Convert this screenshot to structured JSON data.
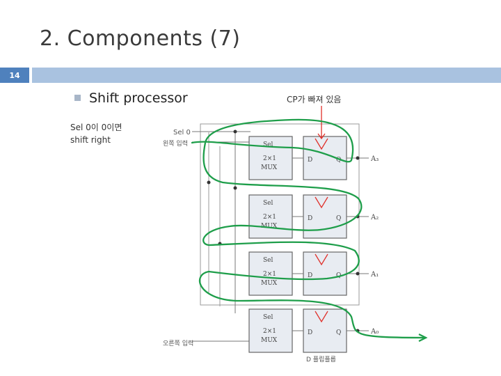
{
  "slide": {
    "title": "2. Components (7)",
    "number": "14"
  },
  "bullet": {
    "text": "Shift processor"
  },
  "notes": {
    "top_right": "CP가 빠져 있음",
    "left_line1": "Sel 0이 0이면",
    "left_line2": "shift right"
  },
  "circuit": {
    "sel_input": "Sel 0",
    "left_input": "왼쪽 입력",
    "right_input": "오른쪽 입력",
    "caption": "D 플립플롭",
    "mux_sel": "Sel",
    "mux_size": "2×1",
    "mux_name": "MUX",
    "ff_d": "D",
    "ff_q": "Q",
    "outputs": [
      "A₃",
      "A₂",
      "A₁",
      "A₀"
    ]
  },
  "colors": {
    "accent_bar": "#4f81bd",
    "title_bar": "#a9c2e0",
    "annotation_green": "#1e9e4a",
    "annotation_red": "#e0302a",
    "block_fill": "#e8ecf2"
  }
}
